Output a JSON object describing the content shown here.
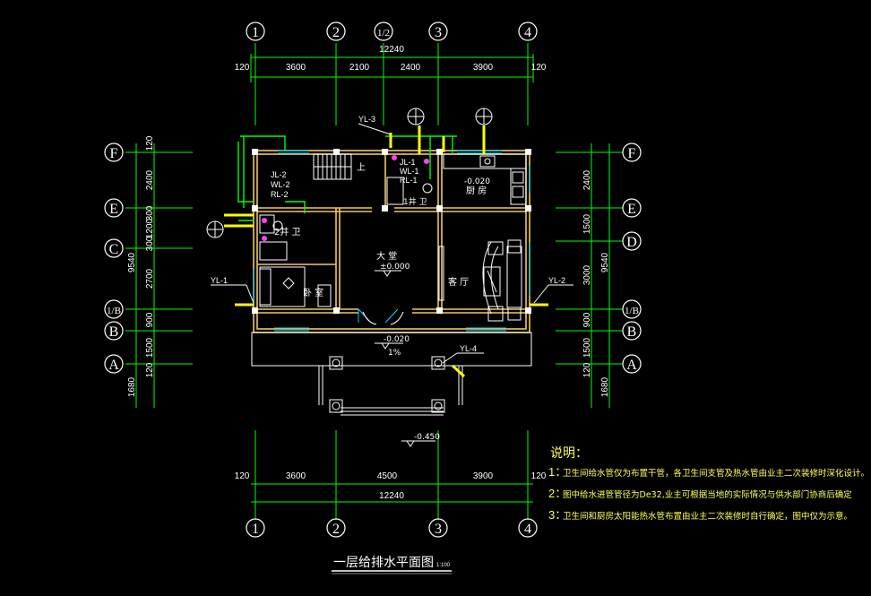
{
  "plan_title": "一层给排水平面图",
  "plan_scale": "1:100",
  "top_axes": [
    "1",
    "2",
    "1/2",
    "3",
    "4"
  ],
  "bottom_axes": [
    "1",
    "2",
    "3",
    "4"
  ],
  "left_axes": [
    "F",
    "E",
    "C",
    "1/B",
    "B",
    "A"
  ],
  "right_axes": [
    "F",
    "E",
    "D",
    "1/B",
    "B",
    "A"
  ],
  "dims": {
    "top_total": "12240",
    "top": [
      "120",
      "3600",
      "2100",
      "2400",
      "3900",
      "120"
    ],
    "bottom_total": "12240",
    "bottom": [
      "120",
      "3600",
      "4500",
      "3900",
      "120"
    ],
    "left_outer": "9540",
    "left_outer_2": "1680",
    "left": [
      "120",
      "2400",
      "1200",
      "300",
      "2700",
      "900",
      "1500",
      "120"
    ],
    "left_extra": "300",
    "right_outer": "9540",
    "right_outer_2": "1680",
    "right": [
      "2400",
      "1500",
      "3000",
      "900",
      "1500",
      "120"
    ]
  },
  "rooms": {
    "living": "大 堂",
    "living_level": "±0.000",
    "lounge": "客 厅",
    "bedroom": "卧 室",
    "kitchen": "厨 房",
    "kitchen_level": "-0.020",
    "bath": "2井 卫",
    "bath2": "1井 卫",
    "stair": "上",
    "porch_level": "-0.020",
    "porch_slope": "1%",
    "ground_level": "-0.450"
  },
  "pipe_tags": {
    "yl3": "YL-3",
    "jl2": "JL-2",
    "wl2": "WL-2",
    "rl2": "RL-2",
    "jl1": "JL-1",
    "wl1": "WL-1",
    "rl1": "RL-1",
    "yl1": "YL-1",
    "yl2": "YL-2",
    "yl4": "YL-4"
  },
  "notes": {
    "title": "说明：",
    "n1_num": "1：",
    "n1": "卫生间给水管仅为布置干管，各卫生间支管及热水管由业主二次装修时深化设计。",
    "n2_num": "2：",
    "n2": "图中给水进管管径为De32,业主可根据当地的实际情况与供水部门协商后确定",
    "n3_num": "3：",
    "n3": "卫生间和厨房太阳能热水管布置由业主二次装修时自行确定，图中仅为示意。"
  },
  "colors": {
    "dimension": "#00ff00",
    "wall": "#f0c864",
    "pipe_supply": "#ffff00",
    "note_text": "#ffff55",
    "window": "#00d8ff"
  }
}
